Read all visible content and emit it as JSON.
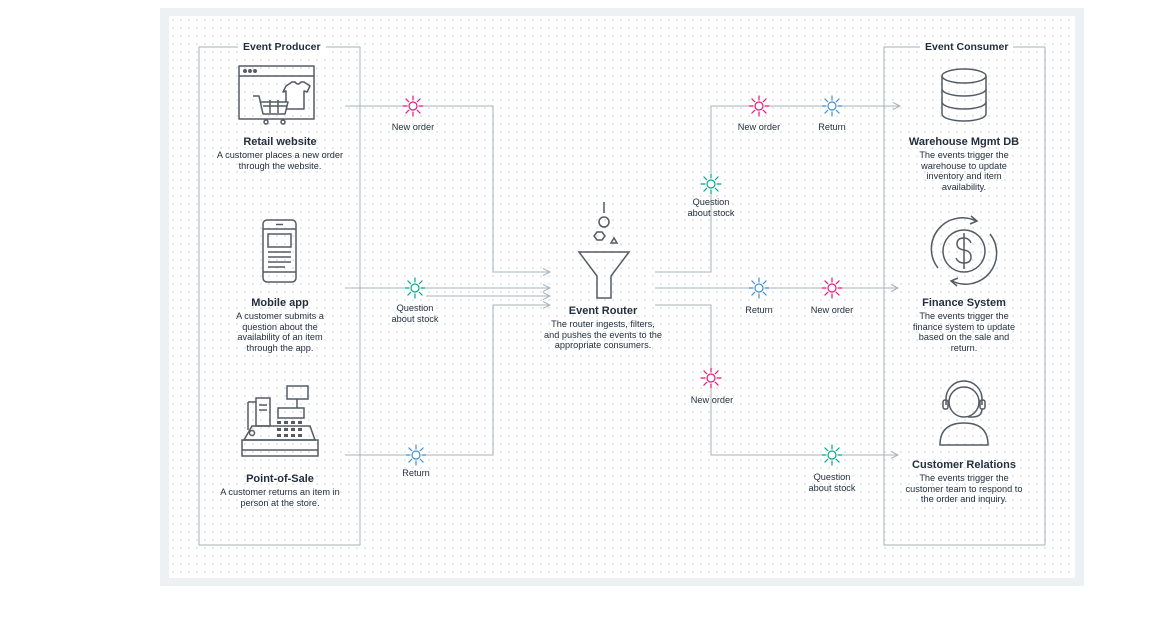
{
  "producer_group": "Event Producer",
  "consumer_group": "Event Consumer",
  "producers": [
    {
      "title": "Retail website",
      "desc": "A customer places a new order through the website.",
      "icon": "shopping-cart-icon"
    },
    {
      "title": "Mobile app",
      "desc": "A customer submits a question about the availability of an item through the app.",
      "icon": "mobile-phone-icon"
    },
    {
      "title": "Point-of-Sale",
      "desc": "A customer returns an item in person at the store.",
      "icon": "cash-register-icon"
    }
  ],
  "router": {
    "title": "Event Router",
    "desc": "The router ingests, filters, and pushes the events to the appropriate consumers.",
    "icon": "funnel-icon"
  },
  "consumers": [
    {
      "title": "Warehouse Mgmt DB",
      "desc": "The events trigger the warehouse to update inventory and item availability.",
      "icon": "database-icon"
    },
    {
      "title": "Finance System",
      "desc": "The events trigger the finance system to update based on the sale and return.",
      "icon": "dollar-cycle-icon"
    },
    {
      "title": "Customer Relations",
      "desc": "The events trigger the customer team to respond to the order and inquiry.",
      "icon": "headset-person-icon"
    }
  ],
  "event_labels": {
    "p1": "New order",
    "p2": "Question about stock",
    "p3": "Return",
    "c1a": "New order",
    "c1b": "Return",
    "c1q": "Question about stock",
    "c2a": "Return",
    "c2b": "New order",
    "c3n": "New order",
    "c3q": "Question about stock"
  },
  "colors": {
    "new_order": "#e7157b",
    "question": "#01a88d",
    "return": "#3f8ed4",
    "line": "#a7b1ba",
    "icon": "#545b64",
    "frame": "#eef1f4"
  }
}
